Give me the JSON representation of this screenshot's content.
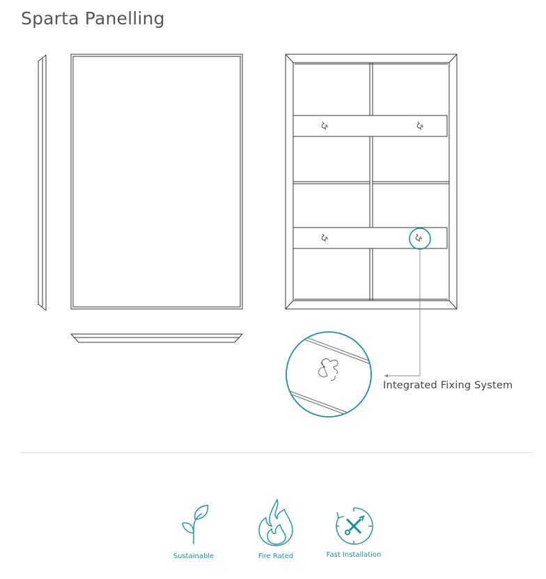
{
  "title": "Sparta Panelling",
  "callout": {
    "label": "Integrated Fixing System"
  },
  "features": [
    {
      "label": "Sustainable",
      "icon": "leaf-sprout-icon"
    },
    {
      "label": "Fire Rated",
      "icon": "flame-icon"
    },
    {
      "label": "Fast Installation",
      "icon": "tools-clock-icon"
    }
  ],
  "colors": {
    "accent": "#15939a",
    "line": "#333333",
    "text": "#555555"
  }
}
